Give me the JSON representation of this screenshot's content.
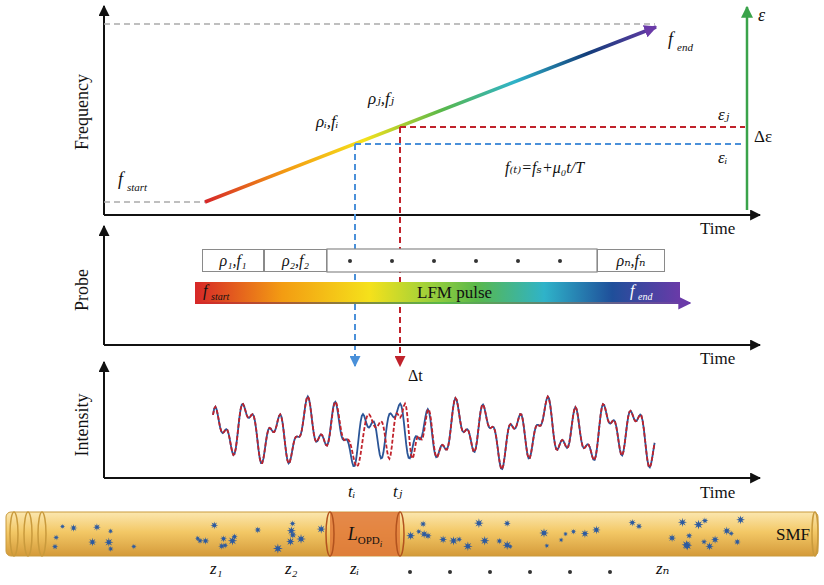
{
  "diagram": {
    "nodes": [
      {
        "text": [
          "ρ₁,f₁"
        ]
      },
      {
        "text": [
          "ρ₂,f₂"
        ]
      },
      {
        "text": [
          "ρₙ,fₙ"
        ]
      },
      {
        "text": [
          "LFM pulse"
        ]
      },
      {
        "text": [
          "SMF"
        ]
      },
      {
        "text": [
          "L",
          "OPD",
          "i"
        ],
        "in": 4
      }
    ],
    "labels": [
      "Frequency",
      "Time",
      "f",
      "end",
      "f",
      "start",
      "ρᵢ,fᵢ",
      "ρⱼ,fⱼ",
      "ε",
      "εⱼ",
      "Δε",
      "εᵢ",
      "f₍ₜ₎=fₛ+μ₀t/T",
      "Probe",
      "Time",
      "f",
      "start",
      "f",
      "end",
      "Intensity",
      "Time",
      "Δt",
      "tᵢ",
      "tⱼ",
      "z₁",
      "z₂",
      "zᵢ",
      "zₙ"
    ]
  }
}
